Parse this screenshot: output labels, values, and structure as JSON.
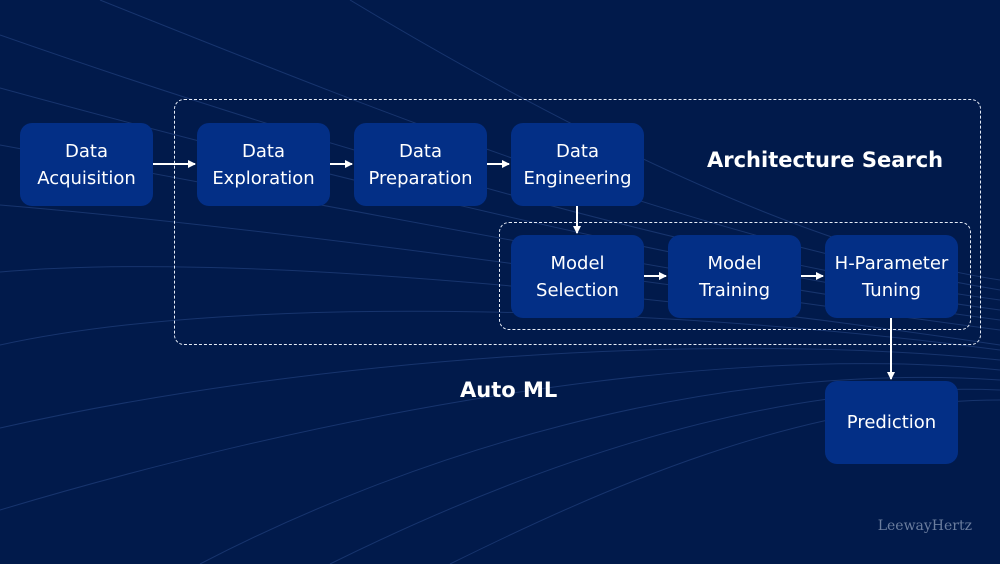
{
  "title": "Auto ML",
  "section_labels": {
    "auto_ml": "Auto ML",
    "architecture_search": "Architecture Search"
  },
  "nodes": {
    "data_acquisition": "Data\nAcquisition",
    "data_exploration": "Data\nExploration",
    "data_preparation": "Data\nPreparation",
    "data_engineering": "Data\nEngineering",
    "model_selection": "Model\nSelection",
    "model_training": "Model\nTraining",
    "hparameter_tuning": "H-Parameter\nTuning",
    "prediction": "Prediction"
  },
  "edges": [
    [
      "data_acquisition",
      "data_exploration"
    ],
    [
      "data_exploration",
      "data_preparation"
    ],
    [
      "data_preparation",
      "data_engineering"
    ],
    [
      "data_engineering",
      "model_selection"
    ],
    [
      "model_selection",
      "model_training"
    ],
    [
      "model_training",
      "hparameter_tuning"
    ],
    [
      "hparameter_tuning",
      "prediction"
    ]
  ],
  "watermark": "LeewayHertz",
  "colors": {
    "background": "#011a4b",
    "node_fill": "#032f86",
    "text": "#ffffff",
    "dashed_border": "#e6ecf7"
  }
}
